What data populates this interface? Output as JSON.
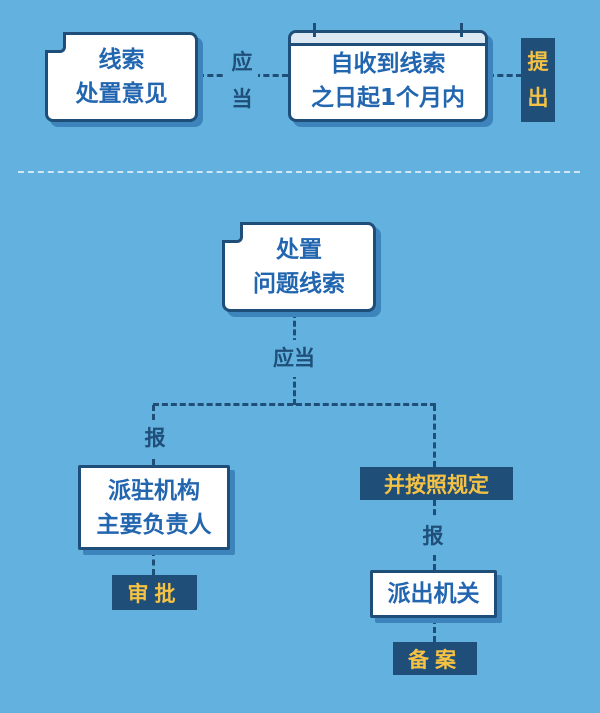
{
  "top": {
    "box1": [
      "线索",
      "处置意见"
    ],
    "connector": [
      "应",
      "当"
    ],
    "box2": [
      "自收到线索",
      "之日起1个月内"
    ],
    "action": [
      "提",
      "出"
    ]
  },
  "bottom": {
    "root": [
      "处置",
      "问题线索"
    ],
    "connector": "应当",
    "left": {
      "report": "报",
      "box": [
        "派驻机构",
        "主要负责人"
      ],
      "action": "审批"
    },
    "right": {
      "rule": "并按照规定",
      "report": "报",
      "box": "派出机关",
      "action": "备案"
    }
  },
  "colors": {
    "background": "#62b1df",
    "navy": "#1f4e79",
    "text_blue": "#2366b0",
    "yellow": "#f5c243"
  }
}
